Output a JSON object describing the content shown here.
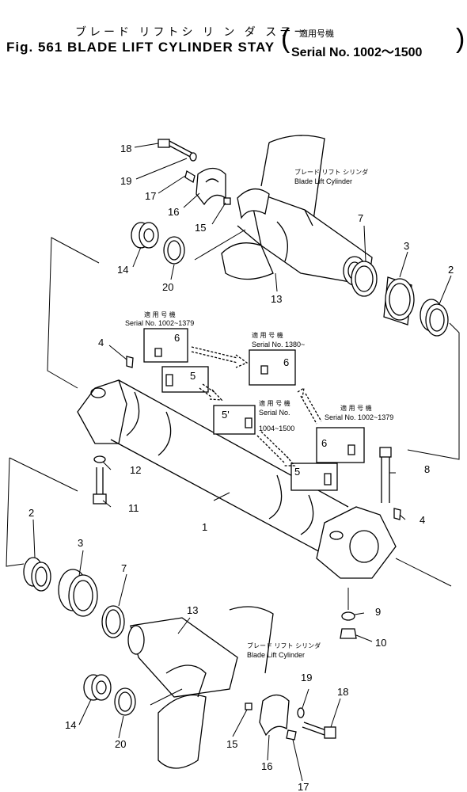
{
  "title": {
    "jp": "ブレード リフトシ リ ン ダ ステー",
    "en": "Fig. 561 BLADE LIFT CYLINDER STAY",
    "serial_jp": "適用号機",
    "serial": "Serial No. 1002～1500"
  },
  "callouts": {
    "blc_jp": "ブレード リフト シリンダ",
    "blc_en": "Blade Lift Cylinder",
    "serial_jp": "適 用 号 機",
    "s1": "Serial No. 1002~1379",
    "s2": "Serial No. 1380~",
    "s3a": "Serial No.",
    "s3b": "1004~1500",
    "s4": "Serial No. 1002~1379"
  },
  "parts": {
    "p1": "1",
    "p2": "2",
    "p3": "3",
    "p4": "4",
    "p5": "5",
    "p5p": "5'",
    "p6": "6",
    "p7": "7",
    "p8": "8",
    "p9": "9",
    "p10": "10",
    "p11": "11",
    "p12": "12",
    "p13": "13",
    "p14": "14",
    "p15": "15",
    "p16": "16",
    "p17": "17",
    "p18": "18",
    "p19": "19",
    "p20": "20"
  }
}
